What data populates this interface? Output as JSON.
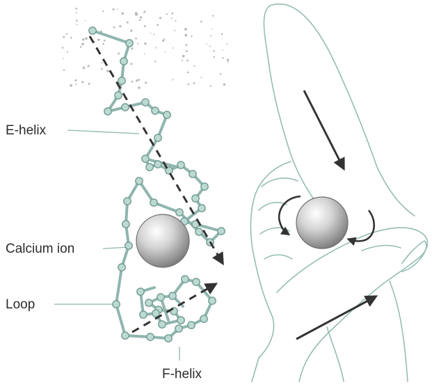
{
  "labels": {
    "e_helix": "E-helix",
    "calcium_ion": "Calcium ion",
    "loop": "Loop",
    "f_helix": "F-helix"
  },
  "colors": {
    "backbone": "#8fb5ae",
    "node_fill": "#bcd9d2",
    "node_stroke": "#6f9c93",
    "hand_outline": "#93bdb4",
    "arrow": "#333333",
    "leader_line": "#8fb5ae",
    "ion_light": "#ffffff",
    "ion_dark": "#8a8a8a"
  }
}
